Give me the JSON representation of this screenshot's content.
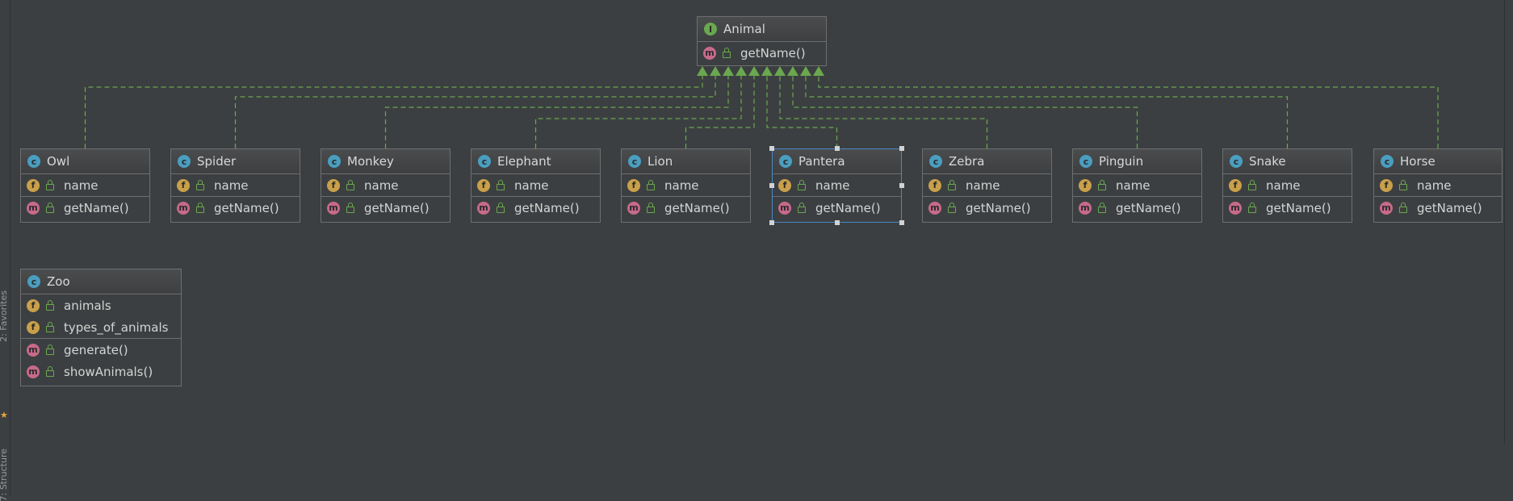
{
  "diagram": {
    "nodes": [
      {
        "id": "animal",
        "kind": "interface",
        "name": "Animal",
        "fields": [],
        "methods": [
          "getName()"
        ]
      },
      {
        "id": "owl",
        "kind": "class",
        "name": "Owl",
        "fields": [
          "name"
        ],
        "methods": [
          "getName()"
        ]
      },
      {
        "id": "spider",
        "kind": "class",
        "name": "Spider",
        "fields": [
          "name"
        ],
        "methods": [
          "getName()"
        ]
      },
      {
        "id": "monkey",
        "kind": "class",
        "name": "Monkey",
        "fields": [
          "name"
        ],
        "methods": [
          "getName()"
        ]
      },
      {
        "id": "elephant",
        "kind": "class",
        "name": "Elephant",
        "fields": [
          "name"
        ],
        "methods": [
          "getName()"
        ]
      },
      {
        "id": "lion",
        "kind": "class",
        "name": "Lion",
        "fields": [
          "name"
        ],
        "methods": [
          "getName()"
        ]
      },
      {
        "id": "pantera",
        "kind": "class",
        "name": "Pantera",
        "fields": [
          "name"
        ],
        "methods": [
          "getName()"
        ],
        "selected": true
      },
      {
        "id": "zebra",
        "kind": "class",
        "name": "Zebra",
        "fields": [
          "name"
        ],
        "methods": [
          "getName()"
        ]
      },
      {
        "id": "pinguin",
        "kind": "class",
        "name": "Pinguin",
        "fields": [
          "name"
        ],
        "methods": [
          "getName()"
        ]
      },
      {
        "id": "snake",
        "kind": "class",
        "name": "Snake",
        "fields": [
          "name"
        ],
        "methods": [
          "getName()"
        ]
      },
      {
        "id": "horse",
        "kind": "class",
        "name": "Horse",
        "fields": [
          "name"
        ],
        "methods": [
          "getName()"
        ]
      },
      {
        "id": "zoo",
        "kind": "class",
        "name": "Zoo",
        "fields": [
          "animals",
          "types_of_animals"
        ],
        "methods": [
          "generate()",
          "showAnimals()"
        ]
      }
    ],
    "edges": [
      {
        "from": "owl",
        "to": "animal",
        "type": "implements"
      },
      {
        "from": "spider",
        "to": "animal",
        "type": "implements"
      },
      {
        "from": "monkey",
        "to": "animal",
        "type": "implements"
      },
      {
        "from": "elephant",
        "to": "animal",
        "type": "implements"
      },
      {
        "from": "lion",
        "to": "animal",
        "type": "implements"
      },
      {
        "from": "pantera",
        "to": "animal",
        "type": "implements"
      },
      {
        "from": "zebra",
        "to": "animal",
        "type": "implements"
      },
      {
        "from": "pinguin",
        "to": "animal",
        "type": "implements"
      },
      {
        "from": "snake",
        "to": "animal",
        "type": "implements"
      },
      {
        "from": "horse",
        "to": "animal",
        "type": "implements"
      }
    ],
    "colors": {
      "edge": "#6aa84f",
      "selection": "#4a88c7",
      "class_badge": "#4a9ec0",
      "interface_badge": "#6aa84f",
      "field_badge": "#c9a04a",
      "method_badge": "#c76a8a"
    },
    "badges": {
      "class": "c",
      "interface": "I",
      "field": "f",
      "method": "m"
    }
  },
  "sidebar": {
    "favorites_label": "2: Favorites",
    "structure_label": "7: Structure",
    "favorites_icon": "star-icon"
  }
}
